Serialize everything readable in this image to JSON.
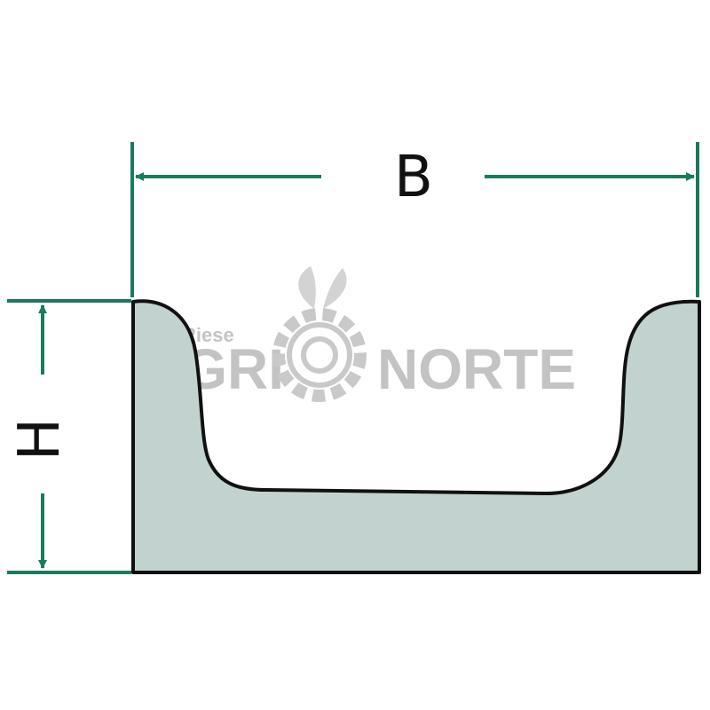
{
  "labels": {
    "width": "B",
    "height": "H"
  },
  "watermark": {
    "small": "Riese",
    "left": "AGRI",
    "right": "NORTE"
  },
  "colors": {
    "dimension": "#1a7a5e",
    "profile_fill": "#c2d3cf",
    "profile_stroke": "#111111",
    "watermark": "#b8b8b8"
  }
}
